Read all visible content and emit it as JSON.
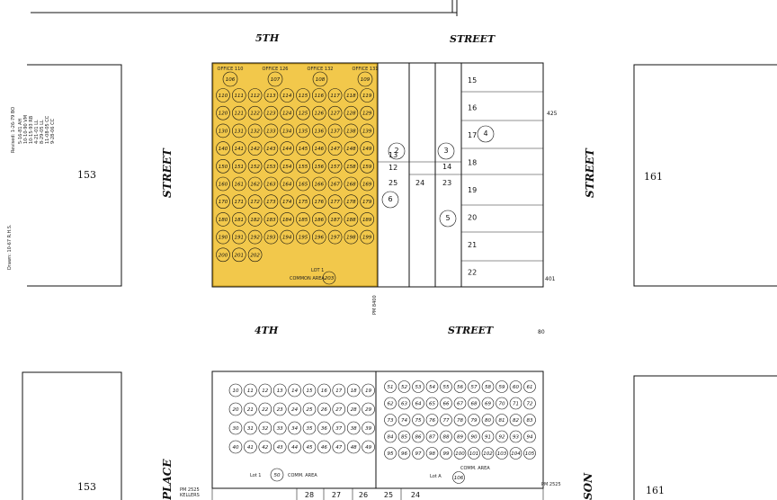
{
  "streets": {
    "top_left": "5TH",
    "top_right": "STREET",
    "middle_left": "4TH",
    "middle_right": "STREET",
    "left_vertical": "STREET",
    "right_vertical": "STREET",
    "bottom_left_partial": "PLACE",
    "bottom_right_partial": "SON"
  },
  "blocks": {
    "left_top": "153",
    "right_top": "161",
    "left_bottom": "153",
    "right_bottom": "161"
  },
  "margin_notes": {
    "revised": "Revised: 1-26-79 BO",
    "drawn": "Drawn: 10-67 R.H.S.",
    "note_lines": [
      "5-16-81 AH",
      "10-10-90 VM",
      "10-15-93 RB",
      "4-21-01 LL",
      "8-29-05 LL",
      "11-08-05 CC",
      "9-28-06 CC"
    ]
  },
  "colors": {
    "highlight": "#f2c84b",
    "highlight_stroke": "#c79a1e",
    "ink": "#111111"
  },
  "highlight_parcel": {
    "offices": [
      "OFFICE 110",
      "OFFICE 126",
      "OFFICE 132",
      "OFFICE 131"
    ],
    "office_units": [
      "106",
      "107",
      "108",
      "109"
    ],
    "rows": [
      [
        "110",
        "111",
        "112",
        "113",
        "114",
        "115",
        "116",
        "117",
        "118",
        "119"
      ],
      [
        "120",
        "121",
        "122",
        "123",
        "124",
        "125",
        "126",
        "127",
        "128",
        "129"
      ],
      [
        "130",
        "131",
        "132",
        "133",
        "134",
        "135",
        "136",
        "137",
        "138",
        "139"
      ],
      [
        "140",
        "141",
        "142",
        "143",
        "144",
        "145",
        "146",
        "147",
        "148",
        "149"
      ],
      [
        "150",
        "151",
        "152",
        "153",
        "154",
        "155",
        "156",
        "157",
        "158",
        "159"
      ],
      [
        "160",
        "161",
        "162",
        "163",
        "164",
        "165",
        "166",
        "167",
        "168",
        "169"
      ],
      [
        "170",
        "171",
        "172",
        "173",
        "174",
        "175",
        "176",
        "177",
        "178",
        "179"
      ],
      [
        "180",
        "181",
        "182",
        "183",
        "184",
        "185",
        "186",
        "187",
        "188",
        "189"
      ],
      [
        "190",
        "191",
        "192",
        "193",
        "194",
        "195",
        "196",
        "197",
        "198",
        "199"
      ],
      [
        "200",
        "201",
        "202"
      ]
    ],
    "lot_label": "LOT 1",
    "common_area": "COMMON AREA",
    "common_unit": "203"
  },
  "upper_right_lots": {
    "column_a": [
      "15",
      "16",
      "17",
      "18",
      "19",
      "20",
      "21",
      "22"
    ],
    "column_b": [
      "12",
      "13",
      "14",
      "23",
      "24",
      "25"
    ],
    "circled": [
      "2",
      "3",
      "4",
      "5",
      "6"
    ],
    "edge_numbers": [
      "425",
      "401"
    ]
  },
  "lower_left_parcel": {
    "rows": [
      [
        "10",
        "11",
        "12",
        "13",
        "14",
        "15",
        "16",
        "17",
        "18",
        "19"
      ],
      [
        "20",
        "21",
        "22",
        "23",
        "24",
        "25",
        "26",
        "27",
        "28",
        "29"
      ],
      [
        "30",
        "31",
        "32",
        "33",
        "34",
        "35",
        "36",
        "37",
        "38",
        "39"
      ],
      [
        "40",
        "41",
        "42",
        "43",
        "44",
        "45",
        "46",
        "47",
        "48",
        "49"
      ]
    ],
    "lot_label": "Lot 1",
    "common_unit": "50",
    "common_label": "COMM. AREA"
  },
  "lower_right_parcel": {
    "rows": [
      [
        "51",
        "52",
        "53",
        "54",
        "55",
        "56",
        "57",
        "58",
        "59",
        "60",
        "61"
      ],
      [
        "62",
        "63",
        "64",
        "65",
        "66",
        "67",
        "68",
        "69",
        "70",
        "71",
        "72"
      ],
      [
        "73",
        "74",
        "75",
        "76",
        "77",
        "78",
        "79",
        "80",
        "81",
        "82",
        "83"
      ],
      [
        "84",
        "85",
        "86",
        "87",
        "88",
        "89",
        "90",
        "91",
        "92",
        "93",
        "94"
      ],
      [
        "95",
        "96",
        "97",
        "98",
        "99",
        "100",
        "101",
        "102",
        "103",
        "104",
        "105"
      ]
    ],
    "lot_label": "Lot A",
    "common_unit": "106",
    "common_label": "COMM. AREA"
  },
  "bottom_lots": [
    "28",
    "27",
    "26",
    "25",
    "24"
  ],
  "ref_labels": [
    "PM 2525",
    "KELLERS",
    "PM 8400",
    "PM 2525"
  ]
}
